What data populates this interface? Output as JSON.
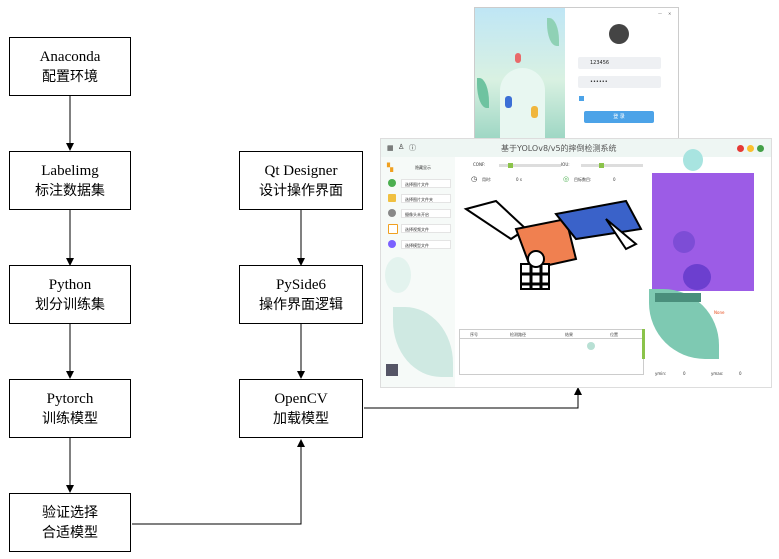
{
  "flow": {
    "anaconda": {
      "line1": "Anaconda",
      "line2": "配置环境"
    },
    "labelimg": {
      "line1": "Labelimg",
      "line2": "标注数据集"
    },
    "python": {
      "line1": "Python",
      "line2": "划分训练集"
    },
    "pytorch": {
      "line1": "Pytorch",
      "line2": "训练模型"
    },
    "validate": {
      "line1": "验证选择",
      "line2": "合适模型"
    },
    "qtdesigner": {
      "line1": "Qt Designer",
      "line2": "设计操作界面"
    },
    "pyside6": {
      "line1": "PySide6",
      "line2": "操作界面逻辑"
    },
    "opencv": {
      "line1": "OpenCV",
      "line2": "加载模型"
    }
  },
  "login_window": {
    "username": "123456",
    "password": "••••••",
    "login_button": "登 录"
  },
  "app_window": {
    "title": "基于YOLOv8/v5的摔倒检测系统",
    "sidebar_header": "隐藏显示",
    "menu": [
      "选择图片文件",
      "选择图片文件夹",
      "摄像头未开启",
      "选择视频文件",
      "选择模型文件"
    ],
    "conf_label": "CONF:",
    "iou_label": "IOU:",
    "time_label": "用时:",
    "time_value": "0 s",
    "count_label": "目标数目:",
    "count_value": "0",
    "table_headers": [
      "序号",
      "检测路径",
      "结果",
      "位置"
    ],
    "none_text": "None",
    "ymin_label": "ymin:",
    "ymin_value": "0",
    "ymax_label": "ymax:",
    "ymax_value": "0"
  },
  "colors": {
    "accent": "#4ca3e8",
    "purple": "#9c5ce6",
    "green": "#8bc34a"
  }
}
